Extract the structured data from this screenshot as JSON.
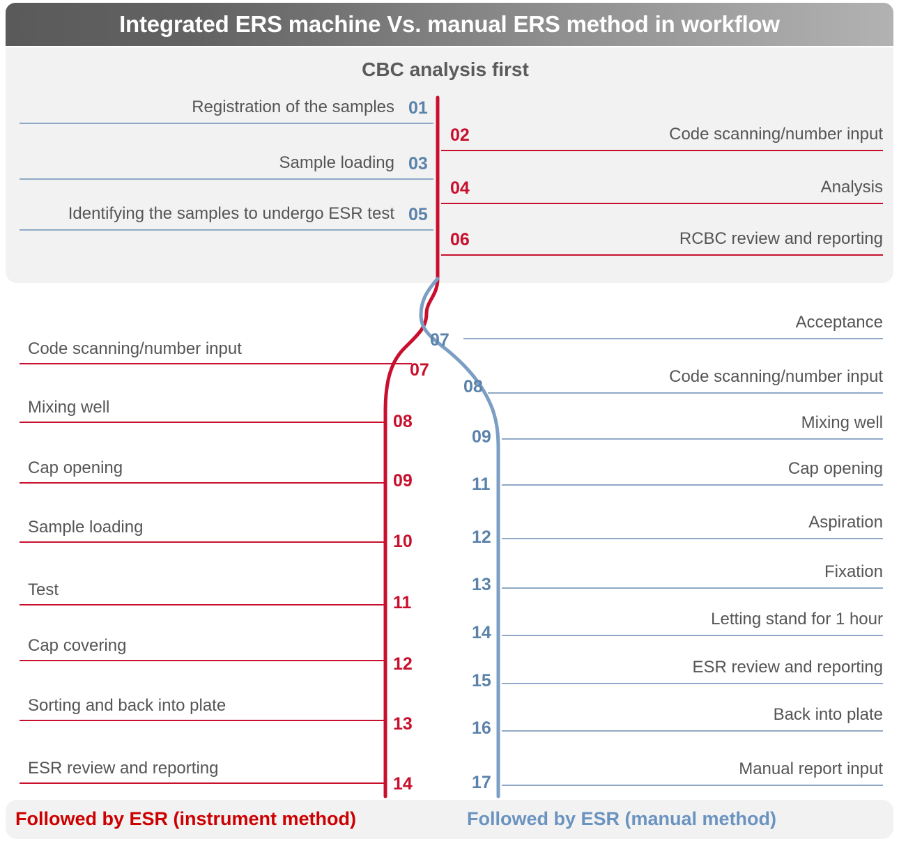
{
  "header": {
    "title": "Integrated ERS machine Vs. manual ERS method in workflow",
    "gradient_from": "#5a5a5a",
    "gradient_to": "#b2b2b2"
  },
  "section_heading": "CBC analysis first",
  "colors": {
    "red": "#c8102e",
    "blue": "#5a82aa",
    "blue_rule": "#8fa9c6",
    "text": "#555555",
    "panel": "#f2f2f2"
  },
  "top_section": {
    "left_steps": [
      {
        "num": "01",
        "label": "Registration of the samples"
      },
      {
        "num": "03",
        "label": "Sample loading"
      },
      {
        "num": "05",
        "label": "Identifying the samples to undergo ESR test"
      }
    ],
    "right_steps": [
      {
        "num": "02",
        "label": "Code scanning/number input"
      },
      {
        "num": "04",
        "label": "Analysis"
      },
      {
        "num": "06",
        "label": "RCBC review and reporting"
      }
    ]
  },
  "bottom_section": {
    "left_branch": {
      "caption": "Followed by ESR (instrument method)",
      "steps": [
        {
          "num": "07",
          "label": "Code scanning/number input"
        },
        {
          "num": "08",
          "label": "Mixing well"
        },
        {
          "num": "09",
          "label": "Cap opening"
        },
        {
          "num": "10",
          "label": "Sample loading"
        },
        {
          "num": "11",
          "label": "Test"
        },
        {
          "num": "12",
          "label": "Cap covering"
        },
        {
          "num": "13",
          "label": "Sorting and back into plate"
        },
        {
          "num": "14",
          "label": "ESR review and reporting"
        }
      ]
    },
    "right_branch": {
      "caption": "Followed by ESR (manual method)",
      "steps": [
        {
          "num": "07",
          "label": "Acceptance"
        },
        {
          "num": "08",
          "label": "Code scanning/number input"
        },
        {
          "num": "09",
          "label": "Mixing well"
        },
        {
          "num": "11",
          "label": "Cap opening"
        },
        {
          "num": "12",
          "label": "Aspiration"
        },
        {
          "num": "13",
          "label": "Fixation"
        },
        {
          "num": "14",
          "label": "Letting stand for 1 hour"
        },
        {
          "num": "15",
          "label": "ESR review and reporting"
        },
        {
          "num": "16",
          "label": "Back into plate"
        },
        {
          "num": "17",
          "label": "Manual report input"
        }
      ]
    }
  }
}
